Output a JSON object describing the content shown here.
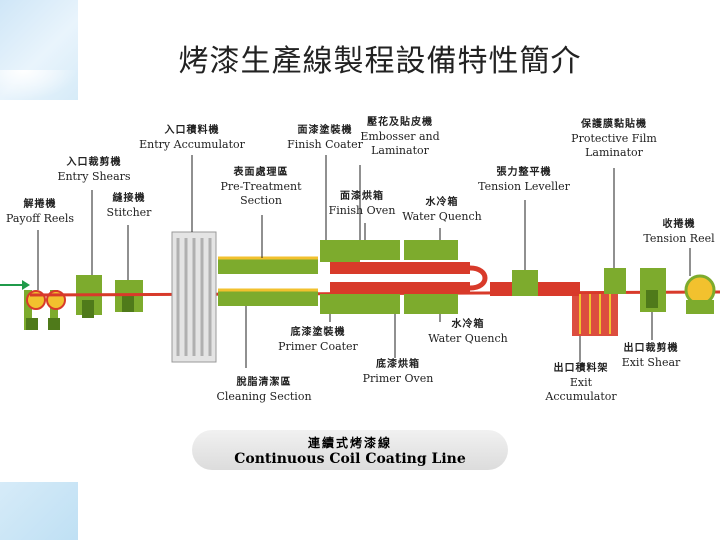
{
  "title": "烤漆生產線製程設備特性簡介",
  "colors": {
    "frame": "#7dab2d",
    "strip": "#d83a2a",
    "accent": "#f2c12e",
    "arrow": "#1f9a4a"
  },
  "labels": {
    "entry_accumulator": {
      "zh": "入口積料機",
      "en": "Entry Accumulator"
    },
    "finish_coater": {
      "zh": "面漆塗裝機",
      "en": "Finish Coater"
    },
    "embosser": {
      "zh": "壓花及貼皮機",
      "en": "Embosser and",
      "en2": "Laminator"
    },
    "protective_film": {
      "zh": "保護膜黏貼機",
      "en": "Protective Film",
      "en2": "Laminator"
    },
    "entry_shears": {
      "zh": "入口裁剪機",
      "en": "Entry Shears"
    },
    "pretreatment": {
      "zh": "表面處理區",
      "en": "Pre-Treatment",
      "en2": "Section"
    },
    "finish_oven": {
      "zh": "面漆烘箱",
      "en": "Finish Oven"
    },
    "water_quench_top": {
      "zh": "水冷箱",
      "en": "Water Quench"
    },
    "tension_leveller": {
      "zh": "張力整平機",
      "en": "Tension Leveller"
    },
    "payoff_reels": {
      "zh": "解捲機",
      "en": "Payoff Reels"
    },
    "stitcher": {
      "zh": "縫接機",
      "en": "Stitcher"
    },
    "tension_reel": {
      "zh": "收捲機",
      "en": "Tension Reel"
    },
    "primer_coater": {
      "zh": "底漆塗裝機",
      "en": "Primer Coater"
    },
    "water_quench_bottom": {
      "zh": "水冷箱",
      "en": "Water Quench"
    },
    "primer_oven": {
      "zh": "底漆烘箱",
      "en": "Primer Oven"
    },
    "exit_accumulator": {
      "zh": "出口積料架",
      "en": "Exit",
      "en2": "Accumulator"
    },
    "exit_shear": {
      "zh": "出口裁剪機",
      "en": "Exit Shear"
    },
    "cleaning": {
      "zh": "脫脂清潔區",
      "en": "Cleaning Section"
    }
  },
  "caption": {
    "zh": "連續式烤漆線",
    "en": "Continuous Coil Coating Line"
  }
}
